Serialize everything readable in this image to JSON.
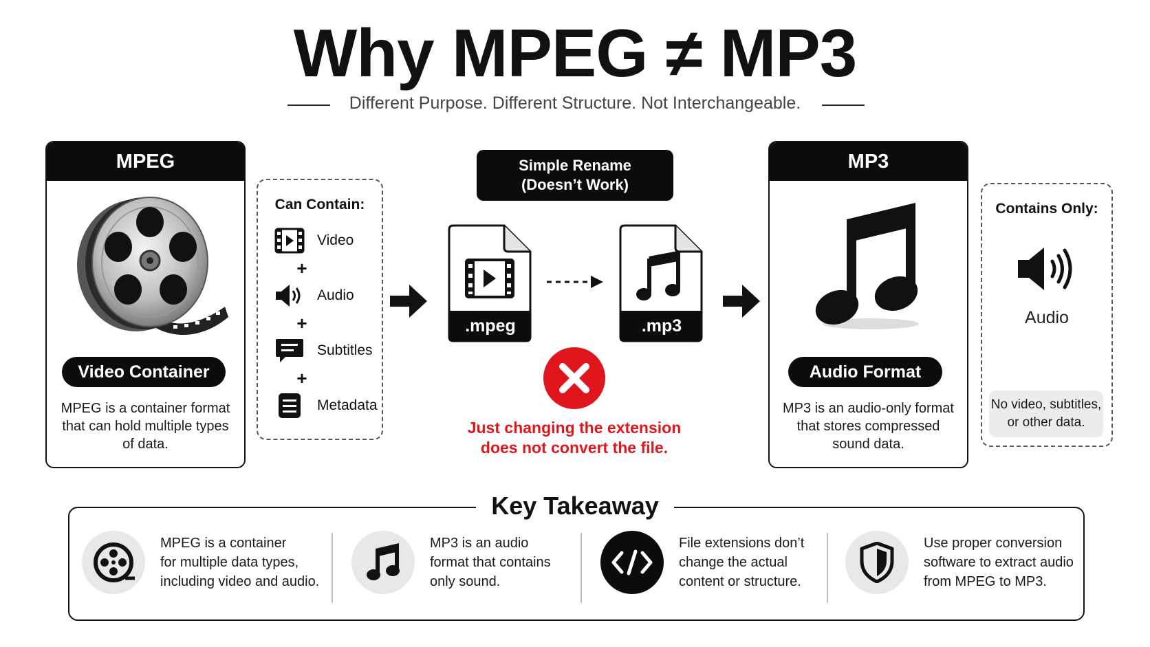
{
  "title": "Why MPEG ≠ MP3",
  "subtitle": "Different Purpose. Different Structure. Not Interchangeable.",
  "mpeg_panel": {
    "header": "MPEG",
    "pill": "Video Container",
    "description": [
      "MPEG is a container format",
      "that can hold multiple types",
      "of data."
    ]
  },
  "can_contain": {
    "heading": "Can Contain:",
    "items": [
      "Video",
      "Audio",
      "Subtitles",
      "Metadata"
    ],
    "separator": "+"
  },
  "rename": {
    "banner_line1": "Simple Rename",
    "banner_line2": "(Doesn’t Work)",
    "from_ext": ".mpeg",
    "to_ext": ".mp3",
    "warning_line1": "Just changing the extension",
    "warning_line2": "does not convert the file."
  },
  "mp3_panel": {
    "header": "MP3",
    "pill": "Audio Format",
    "description": [
      "MP3 is an audio-only format",
      "that stores compressed",
      "sound data."
    ]
  },
  "contains_only": {
    "heading": "Contains Only:",
    "item": "Audio",
    "note": [
      "No video, subtitles,",
      "or other data."
    ]
  },
  "key_takeaway": {
    "title": "Key Takeaway",
    "items": [
      {
        "icon": "film-reel-icon",
        "lines": [
          "MPEG is a container",
          "for multiple data types,",
          "including video and audio."
        ]
      },
      {
        "icon": "music-note-icon",
        "lines": [
          "MP3 is an audio",
          "format that contains",
          "only sound."
        ]
      },
      {
        "icon": "code-icon",
        "lines": [
          "File extensions don’t",
          "change the actual",
          "content or structure."
        ]
      },
      {
        "icon": "shield-icon",
        "lines": [
          "Use proper conversion",
          "software to extract audio",
          "from MPEG to MP3."
        ]
      }
    ]
  },
  "colors": {
    "accent_dark": "#0c0c0c",
    "error_red": "#e0161c",
    "note_grey": "#ececec"
  }
}
